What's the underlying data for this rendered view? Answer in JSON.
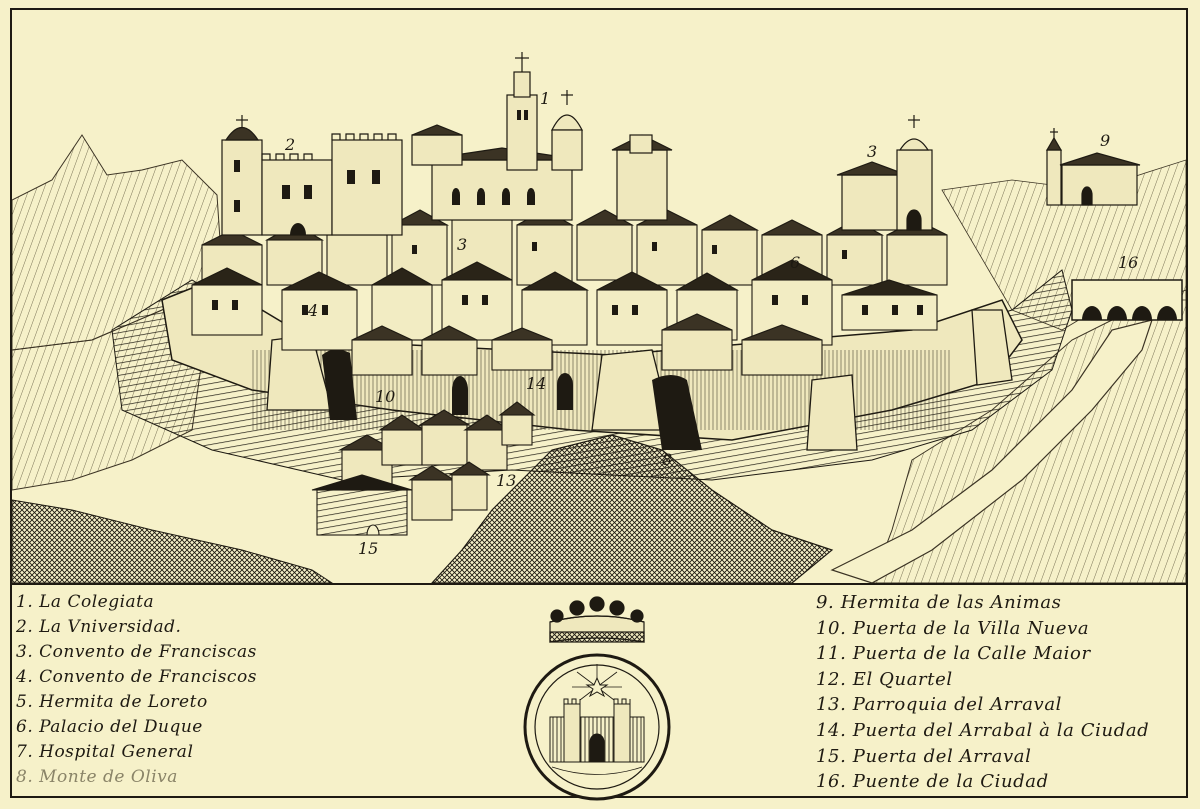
{
  "legend_left": [
    "1. La Colegiata",
    "2. La Vniversidad.",
    "3. Convento de Franciscas",
    "4. Convento de Franciscos",
    "5. Hermita de Loreto",
    "6. Palacio del Duque",
    "7. Hospital General",
    "8. Monte de Oliva"
  ],
  "legend_right": [
    "9. Hermita de las Animas",
    "10. Puerta de la Villa Nueva",
    "11. Puerta de la Calle Maior",
    "12. El Quartel",
    "13. Parroquia del Arraval",
    "14. Puerta del Arrabal à la Ciudad",
    "15. Puerta del Arraval",
    "16. Puente de la Ciudad"
  ],
  "map_labels": {
    "l1": "1",
    "l2": "2",
    "l3a": "3",
    "l3b": "3",
    "l4": "4",
    "l6": "6",
    "l8": "8",
    "l9": "9",
    "l10": "10",
    "l13": "13",
    "l14": "14",
    "l15": "15",
    "l16": "16"
  },
  "colors": {
    "paper": "#f6f1c9",
    "ink": "#1e1a12",
    "shade": "#3b3324"
  }
}
